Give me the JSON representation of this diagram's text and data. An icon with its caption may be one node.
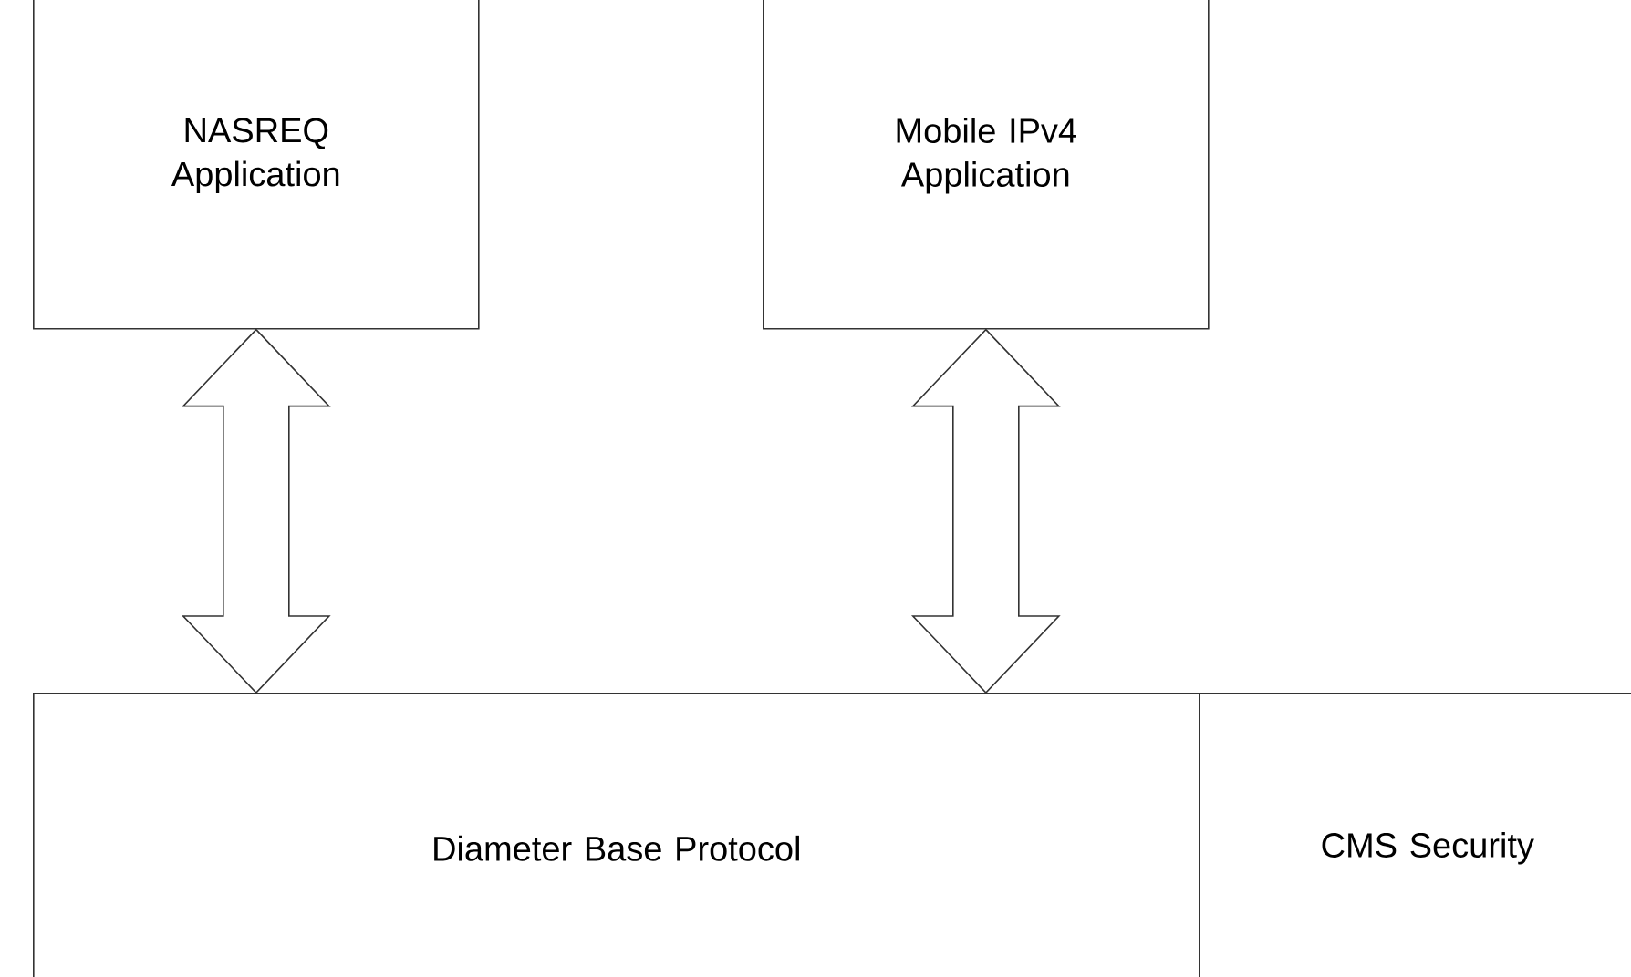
{
  "diagram": {
    "nodes": [
      {
        "text": [
          "NASREQ Application"
        ]
      },
      {
        "text": [
          "Mobile IPv4 Application"
        ]
      },
      {
        "text": [
          "Diameter Base Protocol"
        ]
      },
      {
        "text": [
          "CMS Security"
        ]
      }
    ],
    "edges": [
      {
        "from": 0,
        "to": 2,
        "arrow": "both"
      },
      {
        "from": 1,
        "to": 2,
        "arrow": "both"
      }
    ]
  }
}
